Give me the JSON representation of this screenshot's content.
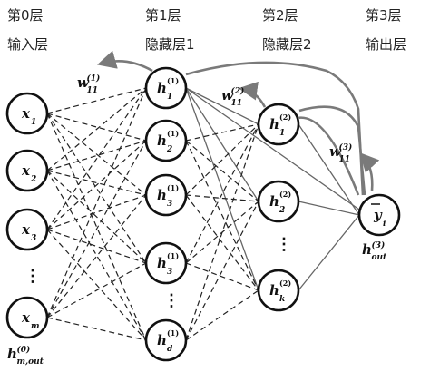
{
  "layers": [
    {
      "index_label": "第0层",
      "name": "输入层"
    },
    {
      "index_label": "第1层",
      "name": "隐藏层1"
    },
    {
      "index_label": "第2层",
      "name": "隐藏层2"
    },
    {
      "index_label": "第3层",
      "name": "输出层"
    }
  ],
  "input_nodes": [
    {
      "base": "x",
      "sub": "1"
    },
    {
      "base": "x",
      "sub": "2"
    },
    {
      "base": "x",
      "sub": "3"
    },
    {
      "base": "x",
      "sub": "m"
    }
  ],
  "hidden1_nodes": [
    {
      "base": "h",
      "sup": "(1)",
      "sub": "1"
    },
    {
      "base": "h",
      "sup": "(1)",
      "sub": "2"
    },
    {
      "base": "h",
      "sup": "(1)",
      "sub": "3"
    },
    {
      "base": "h",
      "sup": "(1)",
      "sub": "3"
    },
    {
      "base": "h",
      "sup": "(1)",
      "sub": "d"
    }
  ],
  "hidden2_nodes": [
    {
      "base": "h",
      "sup": "(2)",
      "sub": "1"
    },
    {
      "base": "h",
      "sup": "(2)",
      "sub": "2"
    },
    {
      "base": "h",
      "sup": "(2)",
      "sub": "k"
    }
  ],
  "output_node": {
    "base": "y",
    "sub": "i"
  },
  "ellipsis": "⋮",
  "weights": [
    {
      "base": "w",
      "sup": "(1)",
      "sub": "11"
    },
    {
      "base": "w",
      "sup": "(2)",
      "sub": "11"
    },
    {
      "base": "w",
      "sup": "(3)",
      "sub": "11"
    }
  ],
  "out_labels": [
    {
      "base": "h",
      "sup": "(0)",
      "sub": "m,out"
    },
    {
      "base": "h",
      "sup": "(3)",
      "sub": "out"
    }
  ]
}
